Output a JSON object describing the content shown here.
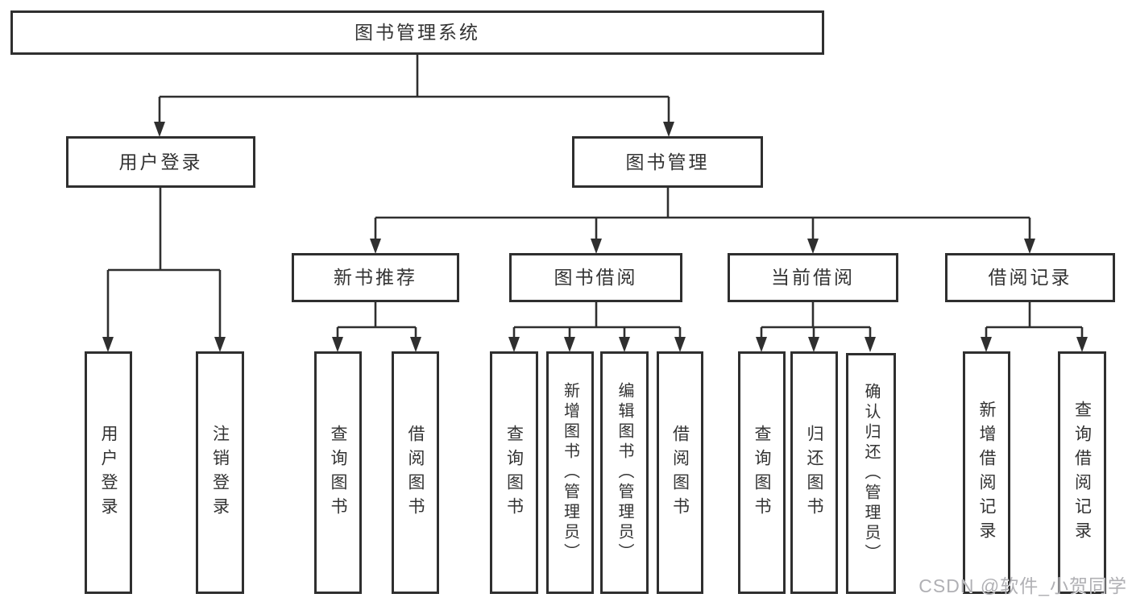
{
  "tree": {
    "root": "图书管理系统",
    "branches": [
      {
        "label": "用户登录",
        "children": [
          "用户登录",
          "注销登录"
        ]
      },
      {
        "label": "图书管理",
        "children": [
          {
            "label": "新书推荐",
            "children": [
              "查询图书",
              "借阅图书"
            ]
          },
          {
            "label": "图书借阅",
            "children": [
              "查询图书",
              "新增图书（管理员）",
              "编辑图书（管理员）",
              "借阅图书"
            ]
          },
          {
            "label": "当前借阅",
            "children": [
              "查询图书",
              "归还图书",
              "确认归还（管理员）"
            ]
          },
          {
            "label": "借阅记录",
            "children": [
              "新增借阅记录",
              "查询借阅记录"
            ]
          }
        ]
      }
    ]
  },
  "watermark": {
    "text": "CSDN @软件_小贺同学"
  },
  "colors": {
    "line": "#2f2f2f",
    "border": "#2f2f2f",
    "text": "#333333",
    "watermark": "#b0b0b4",
    "background": "#ffffff"
  }
}
